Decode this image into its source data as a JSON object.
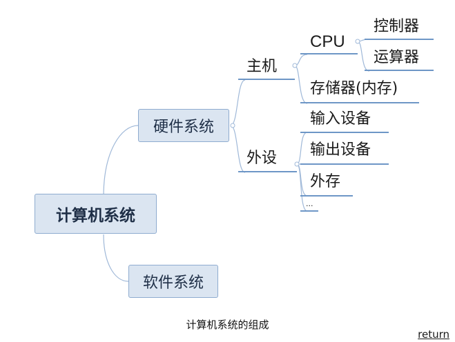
{
  "diagram": {
    "root": "计算机系统",
    "hardware": "硬件系统",
    "software": "软件系统",
    "host": "主机",
    "peripheral": "外设",
    "cpu": "CPU",
    "controller": "控制器",
    "alu": "运算器",
    "memory": "存储器(内存)",
    "input": "输入设备",
    "output": "输出设备",
    "external_storage": "外存",
    "ellipsis": "..."
  },
  "caption": "计算机系统的组成",
  "return_label": "return"
}
